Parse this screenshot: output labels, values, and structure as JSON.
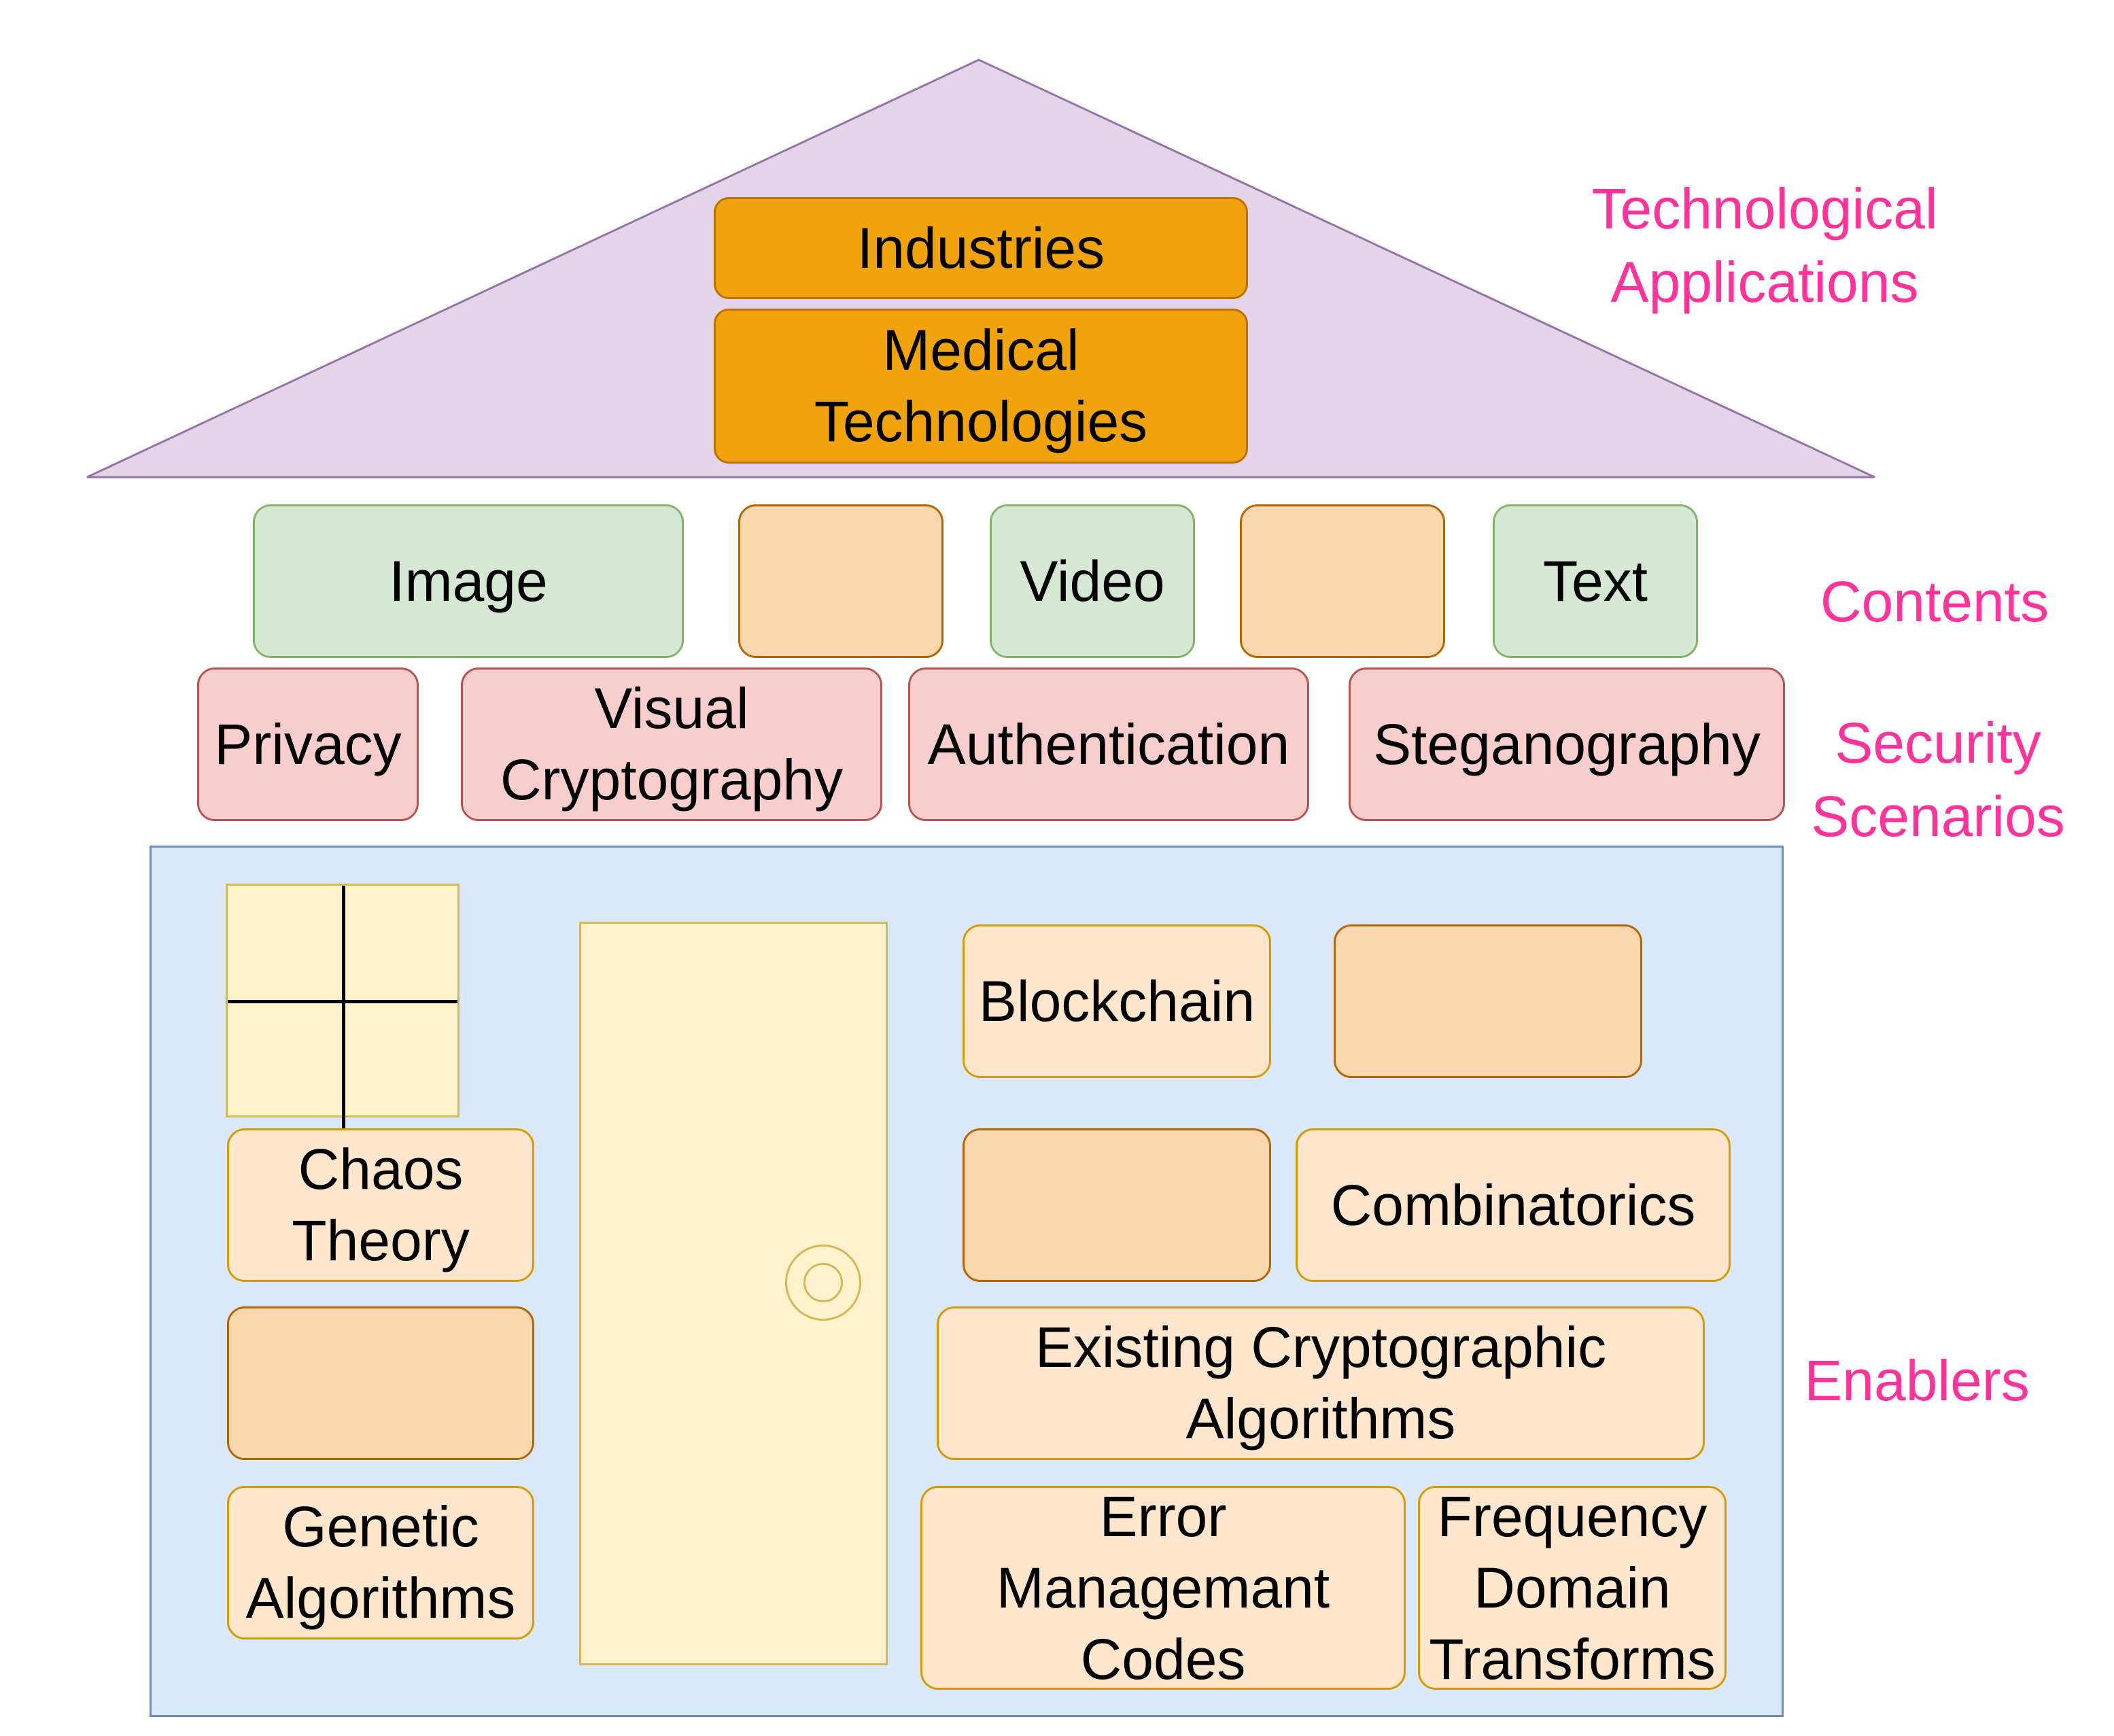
{
  "roof": {
    "industries": "Industries",
    "medical": "Medical\nTechnologies"
  },
  "contents": {
    "image": "Image",
    "video": "Video",
    "text": "Text"
  },
  "security": {
    "privacy": "Privacy",
    "visual_crypto": "Visual\nCryptography",
    "authentication": "Authentication",
    "steganography": "Steganography"
  },
  "enablers": {
    "blockchain": "Blockchain",
    "chaos_theory": "Chaos\nTheory",
    "combinatorics": "Combinatorics",
    "existing_crypto": "Existing Cryptographic\nAlgorithms",
    "genetic": "Genetic\nAlgorithms",
    "error_codes": "Error\nManagemant\nCodes",
    "frequency": "Frequency\nDomain\nTransforms"
  },
  "labels": {
    "technological_applications": "Technological\nApplications",
    "contents": "Contents",
    "security_scenarios": "Security\nScenarios",
    "enablers": "Enablers"
  },
  "colors": {
    "label_pink": "#ff3399",
    "roof_fill": "#e1d5e7",
    "orange": "#f0a30a",
    "green": "#d5e8d4",
    "red": "#f8cecc",
    "peach": "#fad7ac",
    "light_peach": "#ffe6cc",
    "enablers_bg": "#dae8fc"
  }
}
